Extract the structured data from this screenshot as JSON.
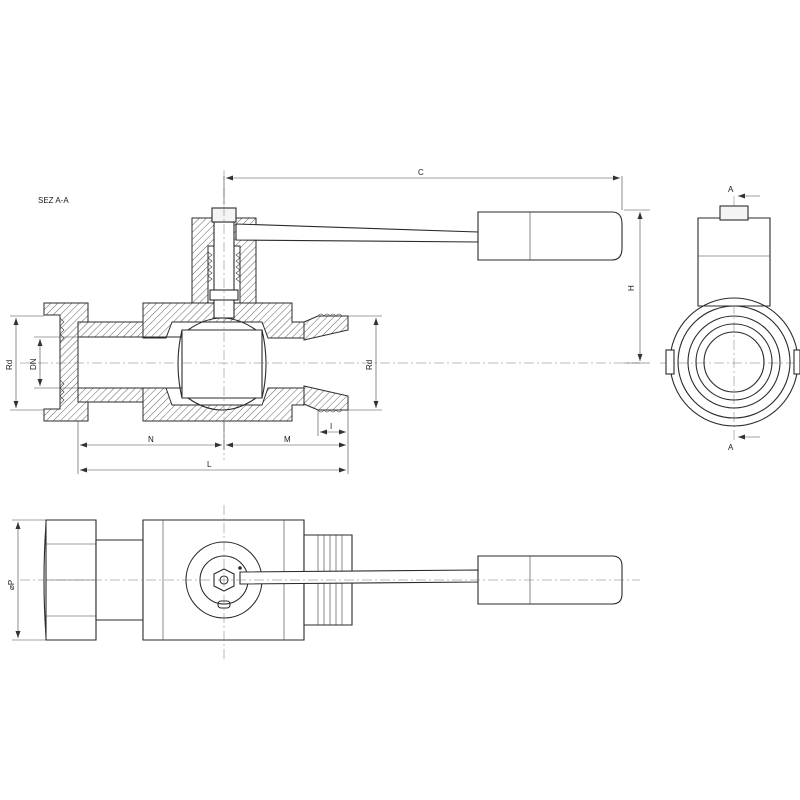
{
  "section_label": "SEZ  A-A",
  "dimensions": {
    "C": "C",
    "H": "H",
    "N": "N",
    "M": "M",
    "L": "L",
    "I": "I",
    "Rd_left": "Rd",
    "DN": "DN",
    "Rd_right": "Rd",
    "P": "⌀P"
  },
  "section_markers": {
    "top": "A",
    "bottom": "A"
  },
  "colors": {
    "line": "#2b2b2b",
    "hatch": "#3a3a3a",
    "background": "#ffffff"
  }
}
